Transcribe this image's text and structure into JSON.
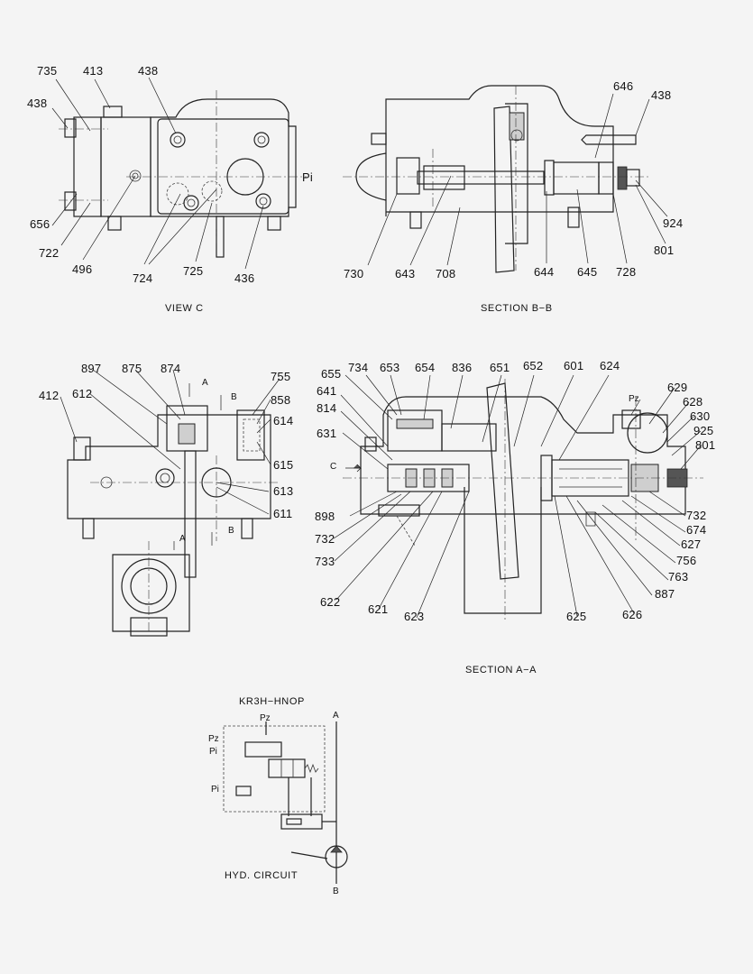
{
  "views": {
    "view_c": {
      "caption": "VIEW C",
      "labels": [
        "735",
        "413",
        "438",
        "438",
        "656",
        "722",
        "496",
        "724",
        "725",
        "436",
        "Pi"
      ]
    },
    "section_bb": {
      "caption": "SECTION B−B",
      "labels": [
        "646",
        "438",
        "924",
        "801",
        "730",
        "643",
        "708",
        "644",
        "645",
        "728"
      ]
    },
    "side_view": {
      "labels": [
        "897",
        "875",
        "874",
        "755",
        "412",
        "612",
        "858",
        "614",
        "615",
        "613",
        "611",
        "A",
        "B",
        "A",
        "B"
      ]
    },
    "section_aa": {
      "caption": "SECTION A−A",
      "labels": [
        "655",
        "734",
        "653",
        "654",
        "836",
        "651",
        "652",
        "601",
        "624",
        "641",
        "814",
        "631",
        "C",
        "898",
        "732",
        "733",
        "622",
        "621",
        "623",
        "625",
        "626",
        "629",
        "628",
        "630",
        "925",
        "801",
        "Pz",
        "732",
        "674",
        "627",
        "756",
        "763",
        "887"
      ]
    },
    "hyd_circuit": {
      "model": "KR3H−HNOP",
      "caption": "HYD. CIRCUIT",
      "labels": [
        "Pz",
        "Pz",
        "Pi",
        "Pi",
        "A",
        "B"
      ]
    }
  },
  "icons": [
    "section-arrow-icon",
    "pump-symbol-icon",
    "spring-symbol-icon"
  ],
  "colors": {
    "ink": "#111111",
    "paper": "#f4f4f4"
  }
}
